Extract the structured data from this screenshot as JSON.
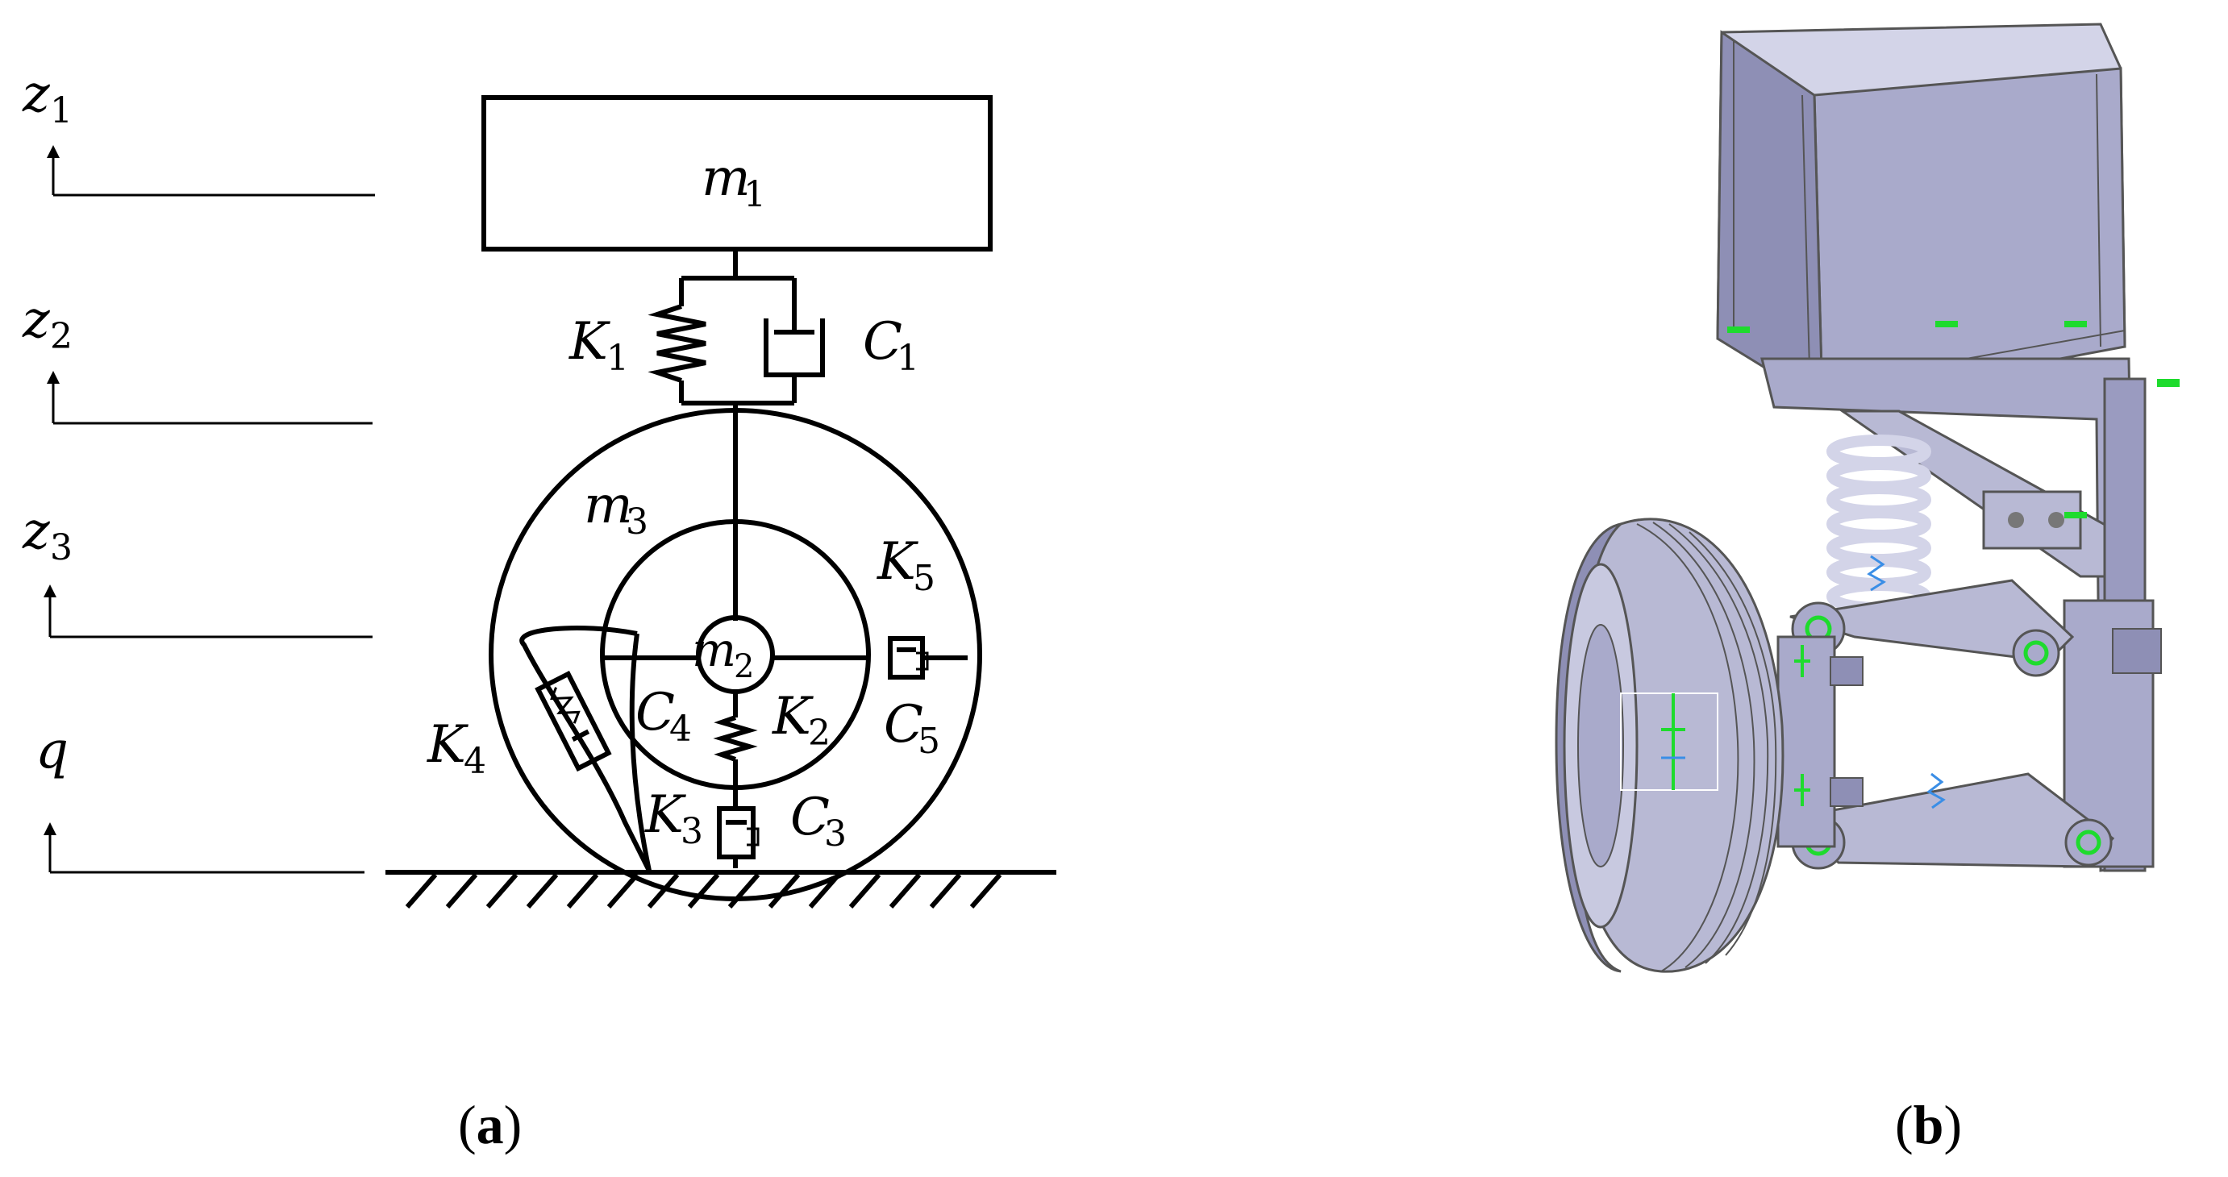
{
  "panel_a": {
    "axes": {
      "z1": {
        "sym": "z",
        "sub": "1"
      },
      "z2": {
        "sym": "z",
        "sub": "2"
      },
      "z3": {
        "sym": "z",
        "sub": "3"
      },
      "q": {
        "sym": "q"
      }
    },
    "labels": {
      "m1": {
        "sym": "m",
        "sub": "1"
      },
      "m2": {
        "sym": "m",
        "sub": "2"
      },
      "m3": {
        "sym": "m",
        "sub": "3"
      },
      "K1": {
        "sym": "K",
        "sub": "1"
      },
      "C1": {
        "sym": "C",
        "sub": "1"
      },
      "K2": {
        "sym": "K",
        "sub": "2"
      },
      "C3": {
        "sym": "C",
        "sub": "3"
      },
      "K3": {
        "sym": "K",
        "sub": "3"
      },
      "C4": {
        "sym": "C",
        "sub": "4"
      },
      "K4": {
        "sym": "K",
        "sub": "4"
      },
      "K5": {
        "sym": "K",
        "sub": "5"
      },
      "C5": {
        "sym": "C",
        "sub": "5"
      }
    },
    "caption": {
      "open": "(",
      "letter": "a",
      "close": ")"
    }
  },
  "panel_b": {
    "caption": {
      "open": "(",
      "letter": "b",
      "close": ")"
    },
    "colors": {
      "body": "#a9aacb",
      "body_dark": "#7c7da3",
      "body_light": "#d3d4e8",
      "marker": "#1edb2d",
      "spring_marker": "#3a8ee6",
      "tire": "#b8b9d4"
    }
  }
}
